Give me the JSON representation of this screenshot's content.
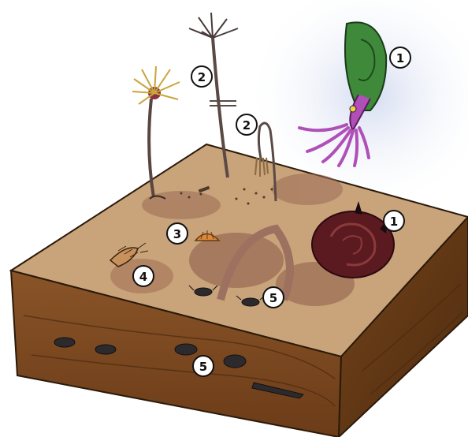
{
  "labels": {
    "cephalopod_live": "1",
    "crinoid_a": "2",
    "crinoid_b": "2",
    "brachiopod": "3",
    "trilobite": "4",
    "shell_fossil": "1",
    "burrower_top": "5",
    "burrower_side": "5"
  },
  "colors": {
    "sediment_top": "#c9a37a",
    "sediment_side": "#7a4a22",
    "sediment_side_dark": "#5a3414",
    "ammonite_shell_live": "#3f8a3a",
    "squid_body": "#b04fb8",
    "fossil_shell": "#5a1a20",
    "brachiopod": "#d98a3a",
    "background_glow": "#dfe6f5"
  },
  "icons": [
    "ammonoid-icon",
    "crinoid-icon",
    "brachiopod-icon",
    "trilobite-icon",
    "burrowing-organism-icon"
  ]
}
